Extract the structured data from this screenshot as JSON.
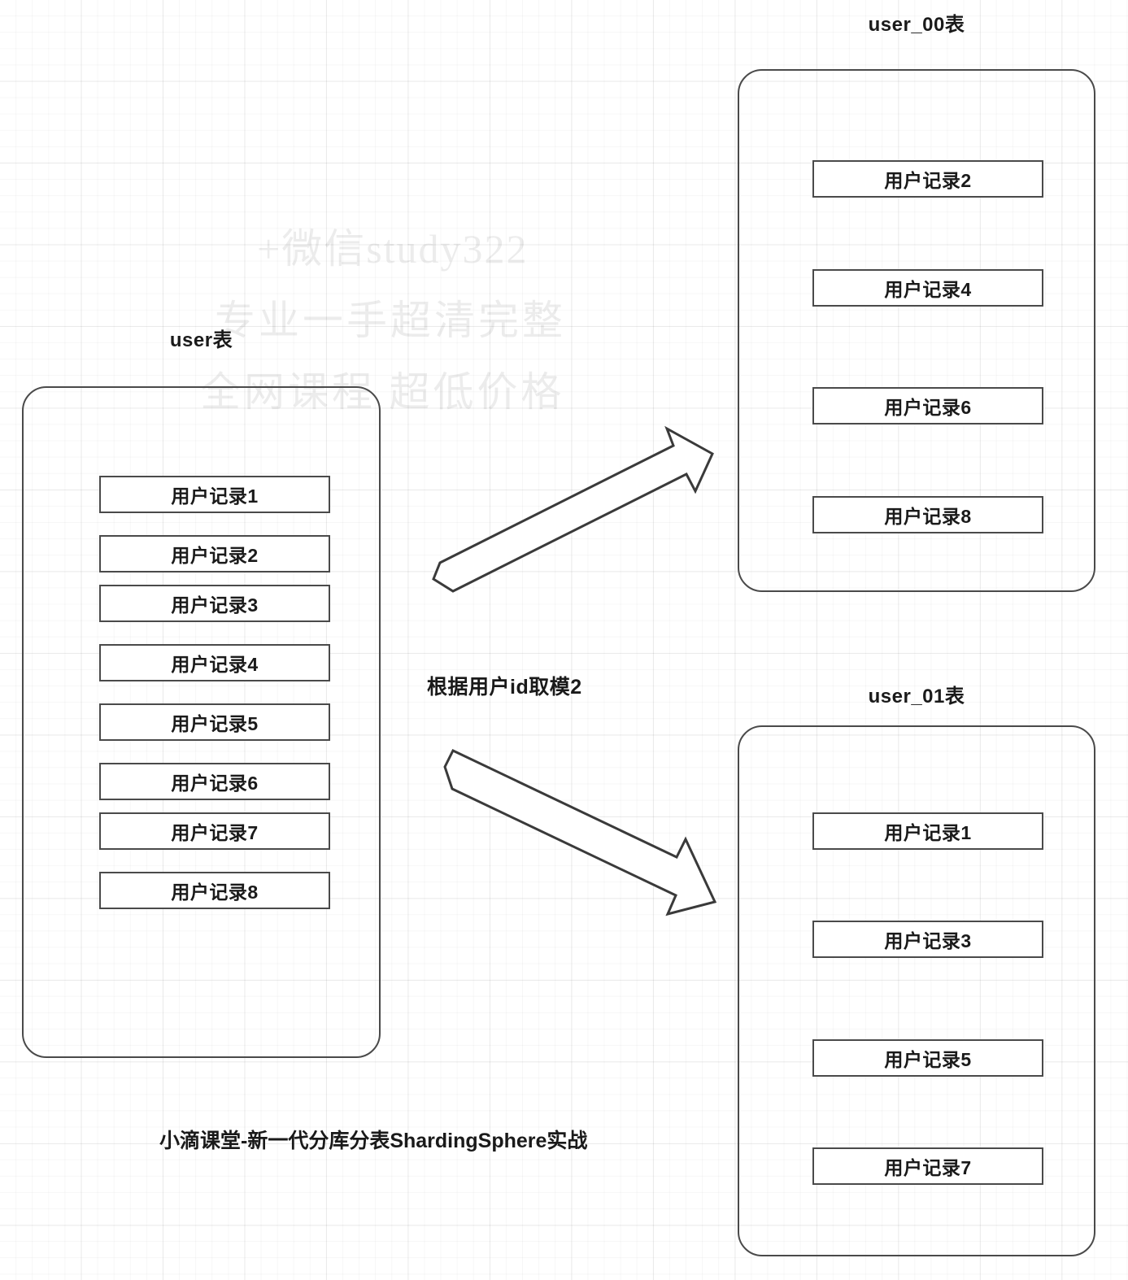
{
  "colors": {
    "stroke": "#4a4a4a",
    "text": "#1a1a1a",
    "background": "#ffffff",
    "grid_major": "rgba(0,0,0,0.055)",
    "grid_minor": "rgba(0,0,0,0.030)",
    "watermark": "rgba(0,0,0,0.075)"
  },
  "watermark": {
    "line1": "+微信study322",
    "line2": "专业一手超清完整",
    "line3": "全网课程 超低价格"
  },
  "source_table": {
    "title": "user表",
    "records": [
      "用户记录1",
      "用户记录2",
      "用户记录3",
      "用户记录4",
      "用户记录5",
      "用户记录6",
      "用户记录7",
      "用户记录8"
    ]
  },
  "shard_tables": [
    {
      "title": "user_00表",
      "records": [
        "用户记录2",
        "用户记录4",
        "用户记录6",
        "用户记录8"
      ]
    },
    {
      "title": "user_01表",
      "records": [
        "用户记录1",
        "用户记录3",
        "用户记录5",
        "用户记录7"
      ]
    }
  ],
  "middle_label": "根据用户id取模2",
  "footer_caption": "小滴课堂-新一代分库分表ShardingSphere实战"
}
